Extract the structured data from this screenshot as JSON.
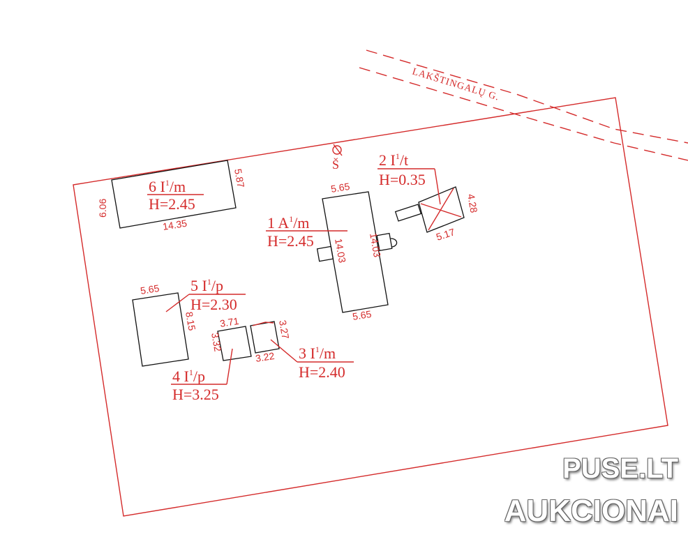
{
  "street": "LAKŠTINGALŲ G.",
  "compass": "Š",
  "colors": {
    "plan_red": "#d42a2a",
    "building_black": "#111111"
  },
  "buildings": [
    {
      "id": "b1",
      "line1": "1  A",
      "sup": "1",
      "line1_tail": "/m",
      "line2": "H=2.45",
      "dims": [
        "5.65",
        "14.03",
        "14.03",
        "5.65"
      ]
    },
    {
      "id": "b2",
      "line1": "2  I",
      "sup": "1",
      "line1_tail": "/t",
      "line2": "H=0.35",
      "dims": [
        "4.28",
        "5.17"
      ]
    },
    {
      "id": "b3",
      "line1": "3  I",
      "sup": "1",
      "line1_tail": "/m",
      "line2": "H=2.40",
      "dims": [
        "3.27",
        "3.22"
      ]
    },
    {
      "id": "b4",
      "line1": "4  I",
      "sup": "1",
      "line1_tail": "/p",
      "line2": "H=3.25",
      "dims": [
        "3.71",
        "3.32"
      ]
    },
    {
      "id": "b5",
      "line1": "5  I",
      "sup": "1",
      "line1_tail": "/p",
      "line2": "H=2.30",
      "dims": [
        "5.65",
        "8.15"
      ]
    },
    {
      "id": "b6",
      "line1": "6  I",
      "sup": "1",
      "line1_tail": "/m",
      "line2": "H=2.45",
      "dims": [
        "6.06",
        "5.87",
        "14.35"
      ]
    }
  ],
  "watermark": {
    "line1": "PUSE.LT",
    "line2": "AUKCIONAI"
  }
}
